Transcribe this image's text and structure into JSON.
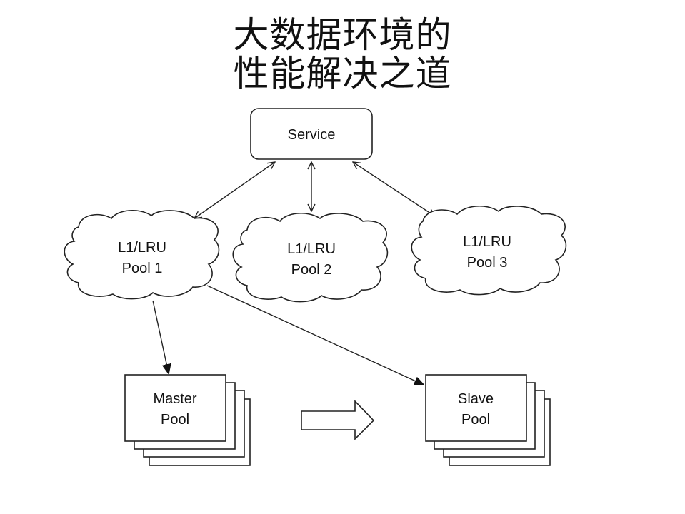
{
  "title": {
    "line1": "大数据环境的",
    "line2": "性能解决之道"
  },
  "nodes": {
    "service": {
      "label": "Service"
    },
    "pool1": {
      "line1": "L1/LRU",
      "line2": "Pool 1"
    },
    "pool2": {
      "line1": "L1/LRU",
      "line2": "Pool 2"
    },
    "pool3": {
      "line1": "L1/LRU",
      "line2": "Pool 3"
    },
    "master": {
      "line1": "Master",
      "line2": "Pool"
    },
    "slave": {
      "line1": "Slave",
      "line2": "Pool"
    }
  },
  "edges": [
    {
      "from": "service",
      "to": "pool1",
      "type": "bidirectional"
    },
    {
      "from": "service",
      "to": "pool2",
      "type": "bidirectional"
    },
    {
      "from": "service",
      "to": "pool3",
      "type": "bidirectional"
    },
    {
      "from": "pool1",
      "to": "master",
      "type": "directed"
    },
    {
      "from": "pool1",
      "to": "slave",
      "type": "directed"
    },
    {
      "from": "master",
      "to": "slave",
      "type": "block-arrow"
    }
  ]
}
